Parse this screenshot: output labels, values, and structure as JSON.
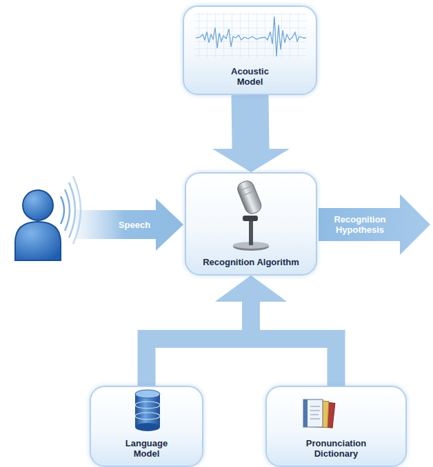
{
  "diagram": {
    "nodes": [
      {
        "text": [
          "Acoustic Model"
        ]
      },
      {
        "text": [
          "Recognition Algorithm"
        ]
      },
      {
        "text": [
          "Language Model"
        ]
      },
      {
        "text": [
          "Pronunciation Dictionary"
        ]
      }
    ],
    "edges": [
      {
        "from": 0,
        "to": 1,
        "arrow": "to"
      },
      {
        "from": 2,
        "to": 1,
        "arrow": "to"
      },
      {
        "from": 3,
        "to": 1,
        "arrow": "to"
      }
    ],
    "labels": [
      "Speech",
      "Recognition Hypothesis"
    ]
  }
}
